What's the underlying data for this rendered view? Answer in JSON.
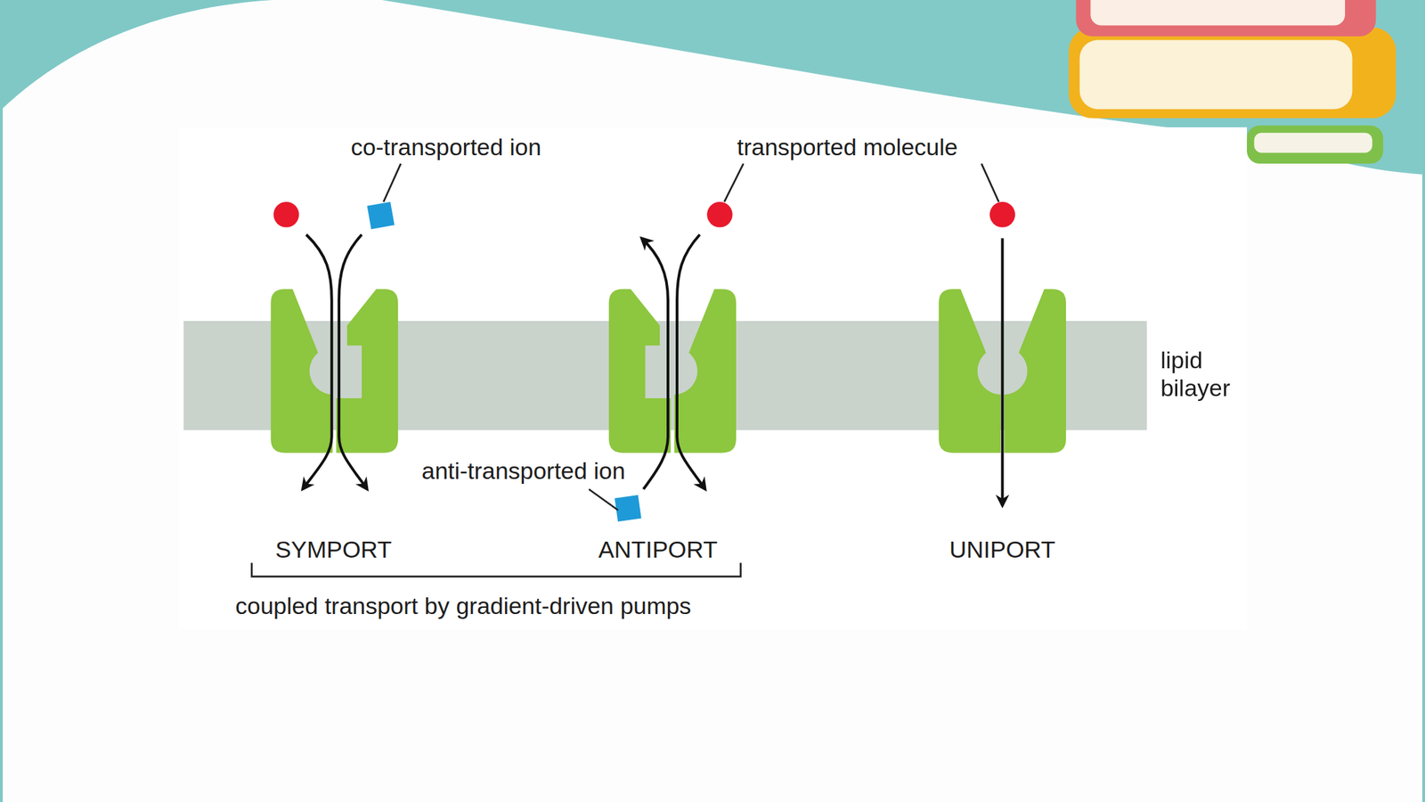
{
  "diagram": {
    "labels": [
      "co-transported ion",
      "transported molecule",
      "lipid bilayer",
      "anti-transported ion",
      "SYMPORT",
      "ANTIPORT",
      "UNIPORT",
      "coupled transport by gradient-driven pumps"
    ]
  }
}
